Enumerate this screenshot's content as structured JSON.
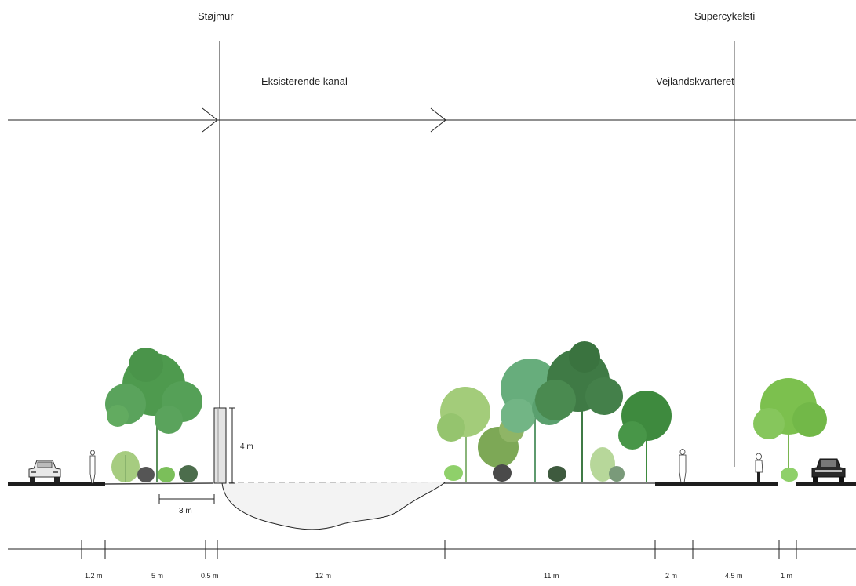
{
  "labels": {
    "stojmur": "Støjmur",
    "supercykelsti": "Supercykelsti",
    "eksisterende_kanal": "Eksisterende kanal",
    "vejlandskvarteret": "Vejlandskvarteret"
  },
  "wall": {
    "height_label": "4 m",
    "offset_label": "3 m"
  },
  "dimensions": [
    "1.2 m",
    "5 m",
    "0.5 m",
    "12 m",
    "11 m",
    "2 m",
    "4.5 m",
    "1 m"
  ],
  "colors": {
    "line": "#222222",
    "tree_dark": "#3f7a45",
    "tree_mid": "#5aa35c",
    "tree_light": "#9cc96a",
    "tree_pale": "#b7d79a",
    "ground": "#1e1e1e"
  },
  "icons": [
    "car-icon",
    "pedestrian-icon",
    "cyclist-icon",
    "tree-icon",
    "shrub-icon",
    "noise-wall-icon"
  ]
}
